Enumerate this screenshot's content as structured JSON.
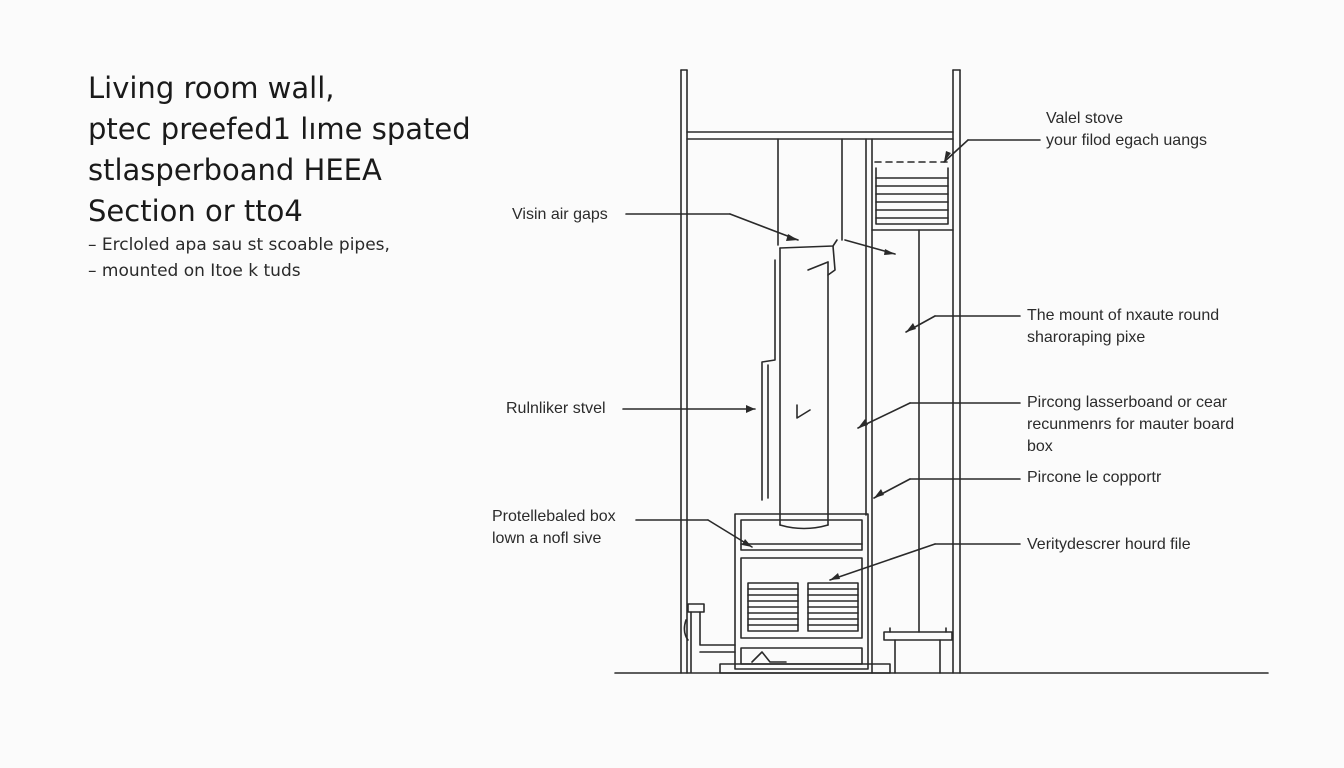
{
  "title": {
    "lines": [
      "Living room wall,",
      "ptec preefed1 lıme spated",
      "stlasperboand HEEA",
      "Section or tto4"
    ]
  },
  "notes": [
    "– Ercloled apa sau st scoable pipes,",
    "– mounted on Itoe k tuds"
  ],
  "labels": {
    "visin_air_gaps": "Visin air gaps",
    "ruinliker_stvel": "Rulnliker stvel",
    "protellebaled_box": [
      "Protellebaled box",
      "lown a nofl sive"
    ],
    "valel_stove": [
      "Valel stove",
      "your filod egach uangs"
    ],
    "mount_round_pipe": [
      "The mount of nxaute round",
      "sharoraping pixe"
    ],
    "plasterboard": [
      "Pircong lasserboand or cear",
      "recunmenrs for mauter board",
      "box"
    ],
    "pircone_copportr": "Pircone le copportr",
    "verity_descr": "Veritydescrer hourd file"
  },
  "colors": {
    "line": "#2a2a2a",
    "background": "#fbfbfb"
  }
}
